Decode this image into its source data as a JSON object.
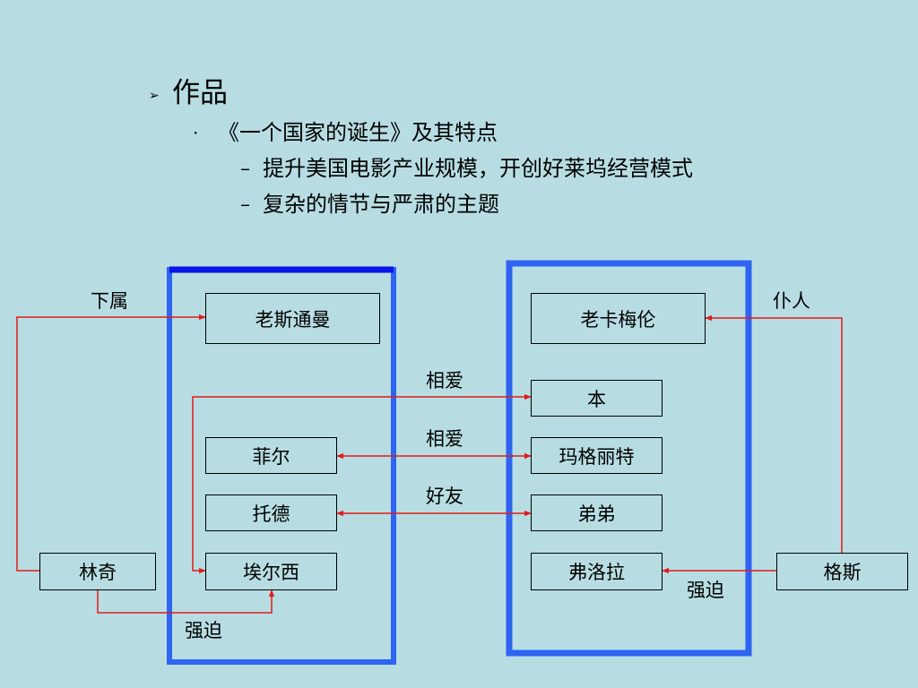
{
  "outline": {
    "level1": {
      "bullet": "➢",
      "text": "作品"
    },
    "level2": {
      "bullet": "·",
      "text": "《一个国家的诞生》及其特点"
    },
    "level3": [
      {
        "bullet": "–",
        "text": "提升美国电影产业规模，开创好莱坞经营模式"
      },
      {
        "bullet": "–",
        "text": "复杂的情节与严肃的主题"
      }
    ]
  },
  "diagram": {
    "nodes": {
      "stoneman": "老斯通曼",
      "phil": "菲尔",
      "tod": "托德",
      "elsie": "埃尔西",
      "lynch": "林奇",
      "cameron": "老卡梅伦",
      "ben": "本",
      "margaret": "玛格丽特",
      "brother": "弟弟",
      "flora": "弗洛拉",
      "gus": "格斯"
    },
    "edge_labels": {
      "subordinate": "下属",
      "love_1": "相爱",
      "love_2": "相爱",
      "friends": "好友",
      "force_lynch": "强迫",
      "servant": "仆人",
      "force_gus": "强迫"
    },
    "colors": {
      "group_border": "#2f63f2",
      "group_top_edge": "#0a14e6",
      "arrow": "#e21b1b",
      "background": "#b7dde3"
    }
  }
}
